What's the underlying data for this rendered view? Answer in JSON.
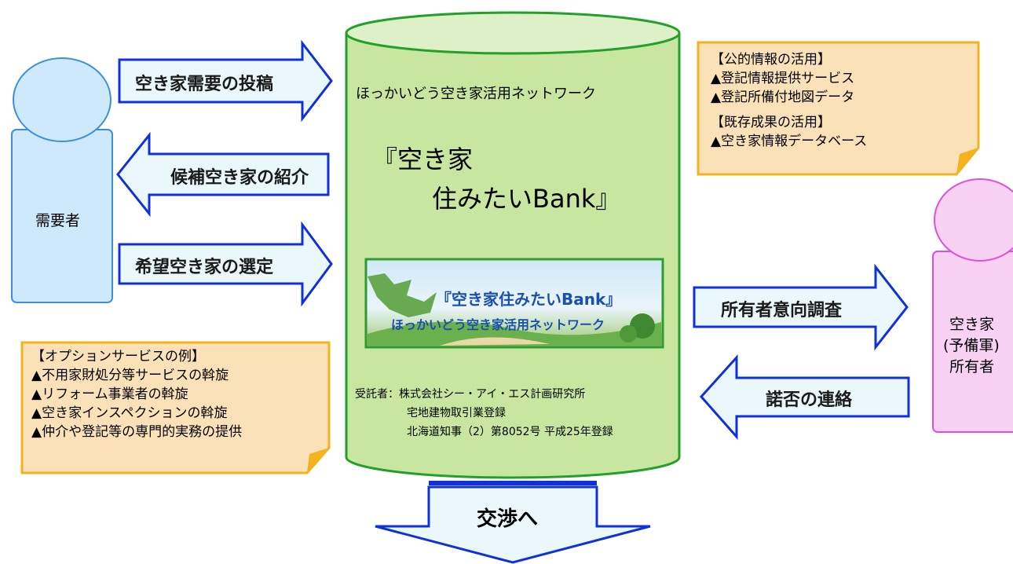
{
  "actors": {
    "demander": "需要者",
    "owner_line1": "空き家",
    "owner_line2": "(予備軍)",
    "owner_line3": "所有者"
  },
  "arrows": {
    "post_demand": "空き家需要の投稿",
    "introduce_candidates": "候補空き家の紹介",
    "select_house": "希望空き家の選定",
    "owner_survey": "所有者意向調査",
    "consent_contact": "諾否の連絡",
    "to_negotiation": "交渉へ"
  },
  "database": {
    "network_name": "ほっかいどう空き家活用ネットワーク",
    "bank_title_line1": "『空き家",
    "bank_title_line2": "住みたいBank』",
    "banner_title": "『空き家住みたいBank』",
    "banner_subtitle": "ほっかいどう空き家活用ネットワーク",
    "contractor_line1": "受託者：株式会社シー・アイ・エス計画研究所",
    "contractor_line2": "宅地建物取引業登録",
    "contractor_line3": "北海道知事（2）第8052号 平成25年登録"
  },
  "notes": {
    "public_info": [
      "【公的情報の活用】",
      "▲登記情報提供サービス",
      "▲登記所備付地図データ",
      "【既存成果の活用】",
      "▲空き家情報データベース"
    ],
    "options": [
      "【オプションサービスの例】",
      "▲不用家財処分等サービスの斡旋",
      "▲リフォーム事業者の斡旋",
      "▲空き家インスペクションの斡旋",
      "▲仲介や登記等の専門的実務の提供"
    ]
  },
  "colors": {
    "cylinder_fill": "#c8e6a0",
    "cylinder_stroke": "#22a02a",
    "arrow_fill": "#eaf7fb",
    "arrow_stroke": "#1030d8",
    "demander_fill": "#cde9fb",
    "demander_stroke": "#3d8fd8",
    "owner_fill": "#f9d2f3",
    "owner_stroke": "#e14fd6",
    "note_fill": "#fbe1b7",
    "note_stroke": "#f2b31e"
  }
}
